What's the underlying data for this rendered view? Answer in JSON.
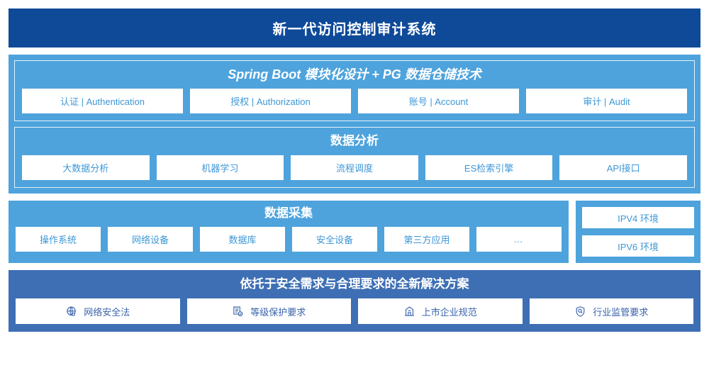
{
  "header": {
    "title": "新一代访问控制审计系统"
  },
  "platform": {
    "title": "Spring Boot 模块化设计 + PG 数据仓储技术",
    "cards": [
      "认证 | Authentication",
      "授权 | Authorization",
      "账号 | Account",
      "审计 | Audit"
    ]
  },
  "analysis": {
    "title": "数据分析",
    "cards": [
      "大数据分析",
      "机器学习",
      "流程调度",
      "ES检索引擎",
      "API接口"
    ]
  },
  "collection": {
    "title": "数据采集",
    "cards": [
      "操作系统",
      "网络设备",
      "数据库",
      "安全设备",
      "第三方应用",
      "…"
    ],
    "environments": [
      "IPV4 环境",
      "IPV6 环境"
    ]
  },
  "compliance": {
    "title": "依托于安全需求与合理要求的全新解决方案",
    "cards": [
      {
        "label": "网络安全法",
        "icon": "globe-network-icon"
      },
      {
        "label": "等级保护要求",
        "icon": "document-check-icon"
      },
      {
        "label": "上市企业规范",
        "icon": "bank-building-icon"
      },
      {
        "label": "行业监管要求",
        "icon": "shield-search-icon"
      }
    ]
  },
  "colors": {
    "header_blue": "#0F4A99",
    "light_blue": "#4EA3DC",
    "bottom_blue": "#3E6FB4",
    "card_text_blue": "#3E97D6",
    "bottom_card_text_blue": "#3A63AC",
    "card_white": "#FFFFFF"
  }
}
